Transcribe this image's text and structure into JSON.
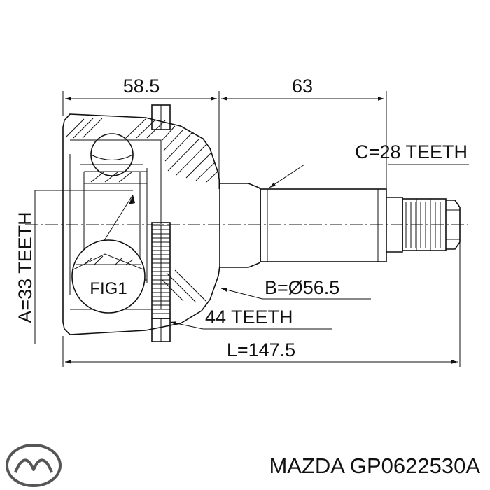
{
  "dimensions": {
    "top_left": "58.5",
    "top_right": "63",
    "c_teeth": "C=28 TEETH",
    "a_teeth": "A=33 TEETH",
    "b_diameter": "B=Ø56.5",
    "abs_teeth": "44 TEETH",
    "length": "L=147.5"
  },
  "fig_label": "FIG1",
  "brand": {
    "logo_icon": "mazda-logo-icon",
    "part_label": "MAZDA GP0622530A"
  }
}
